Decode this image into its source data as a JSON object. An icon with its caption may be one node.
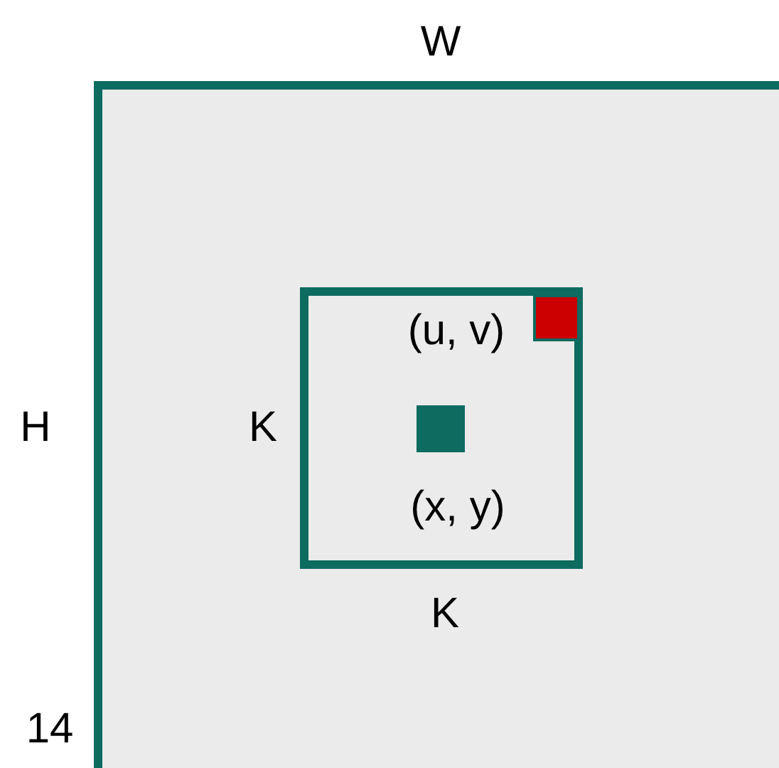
{
  "diagram": {
    "nodes": [
      {
        "text": [],
        "shape": "box"
      },
      {
        "text": [],
        "shape": "box",
        "in": 0
      },
      {
        "text": [],
        "shape": "box",
        "in": 1
      },
      {
        "text": [],
        "shape": "box",
        "in": 1
      }
    ],
    "labels": [
      "W",
      "(u, v)",
      "H",
      "K",
      "(x, y)",
      "K",
      "14"
    ]
  }
}
